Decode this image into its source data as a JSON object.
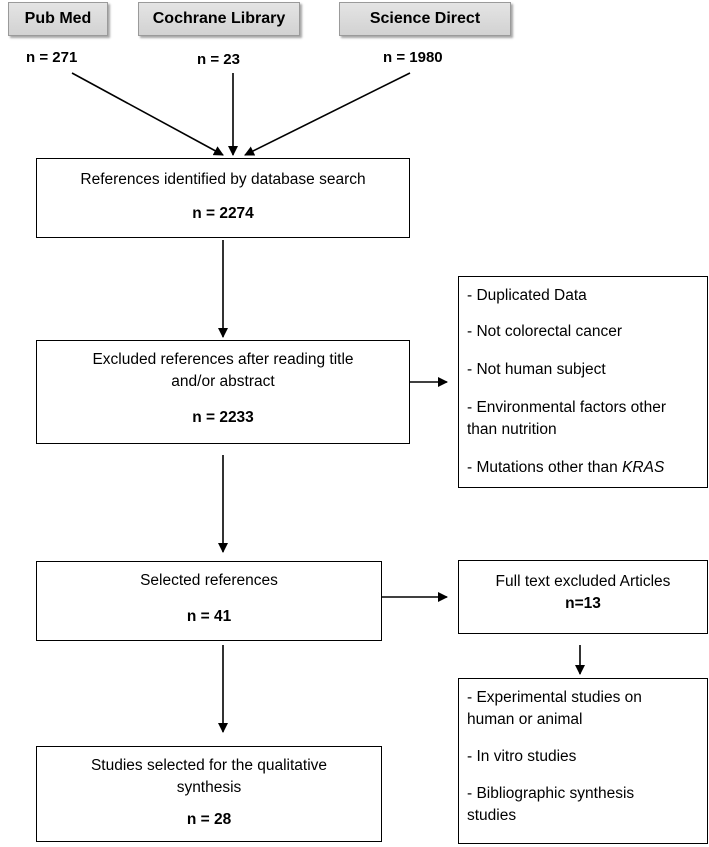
{
  "databases": [
    {
      "name": "Pub Med",
      "count": "n = 271"
    },
    {
      "name": "Cochrane Library",
      "count": "n = 23"
    },
    {
      "name": "Science Direct",
      "count": "n = 1980"
    }
  ],
  "identified": {
    "line1": "References identified by database search",
    "n": "n = 2274"
  },
  "excluded_title": {
    "line1": "Excluded references after reading title",
    "line2": "and/or abstract",
    "n": "n = 2233"
  },
  "exclusion_reasons": {
    "items": [
      "- Duplicated Data",
      "- Not colorectal cancer",
      "- Not human subject",
      "- Environmental factors other",
      "than nutrition",
      "- Mutations other than "
    ],
    "italic_suffix": "KRAS"
  },
  "selected": {
    "line1": "Selected references",
    "n": "n = 41"
  },
  "fulltext_excluded": {
    "line1": "Full text excluded Articles",
    "n": "n=13"
  },
  "fulltext_reasons": {
    "items": [
      "- Experimental studies on",
      "human or animal",
      "- In vitro studies",
      "- Bibliographic synthesis",
      "studies"
    ]
  },
  "qualitative": {
    "line1": "Studies selected for the qualitative",
    "line2": "synthesis",
    "n": "n = 28"
  }
}
